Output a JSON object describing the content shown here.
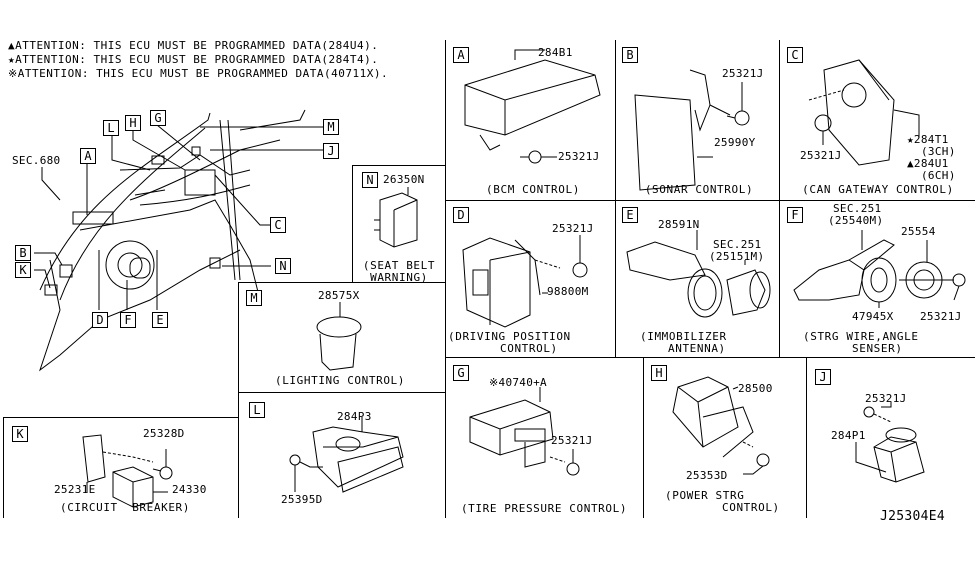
{
  "notes": [
    {
      "symbol": "▲",
      "text": "ATTENTION: THIS ECU MUST BE PROGRAMMED DATA(284U4)."
    },
    {
      "symbol": "★",
      "text": "ATTENTION: THIS ECU MUST BE PROGRAMMED DATA(284T4)."
    },
    {
      "symbol": "※",
      "text": "ATTENTION: THIS ECU MUST BE PROGRAMMED DATA(40711X)."
    }
  ],
  "overview": {
    "section_ref": "SEC.680",
    "callouts": [
      "A",
      "B",
      "C",
      "D",
      "E",
      "F",
      "G",
      "H",
      "J",
      "K",
      "L",
      "M",
      "N"
    ]
  },
  "panels": {
    "A": {
      "letter": "A",
      "parts": [
        "284B1",
        "25321J"
      ],
      "caption": "(BCM CONTROL)"
    },
    "B": {
      "letter": "B",
      "parts": [
        "25321J",
        "25990Y"
      ],
      "caption": "(SONAR CONTROL)"
    },
    "C": {
      "letter": "C",
      "parts": [
        "25321J",
        "★284T1",
        "(3CH)",
        "▲284U1",
        "(6CH)"
      ],
      "caption": "(CAN GATEWAY CONTROL)"
    },
    "D": {
      "letter": "D",
      "parts": [
        "25321J",
        "98800M"
      ],
      "caption_line1": "(DRIVING POSITION",
      "caption_line2": "CONTROL)"
    },
    "E": {
      "letter": "E",
      "parts": [
        "28591N",
        "SEC.251",
        "(25151M)"
      ],
      "caption_line1": "(IMMOBILIZER",
      "caption_line2": "ANTENNA)"
    },
    "F": {
      "letter": "F",
      "parts": [
        "SEC.251",
        "(25540M)",
        "25554",
        "47945X",
        "25321J"
      ],
      "caption_line1": "(STRG WIRE,ANGLE",
      "caption_line2": "SENSER)"
    },
    "N": {
      "letter": "N",
      "parts": [
        "26350N"
      ],
      "caption_line1": "(SEAT BELT",
      "caption_line2": "WARNING)"
    },
    "M": {
      "letter": "M",
      "parts": [
        "28575X"
      ],
      "caption": "(LIGHTING CONTROL)"
    },
    "G": {
      "letter": "G",
      "parts": [
        "※40740+A",
        "25321J"
      ],
      "caption": "(TIRE PRESSURE CONTROL)"
    },
    "H": {
      "letter": "H",
      "parts": [
        "28500",
        "25353D"
      ],
      "caption_line1": "(POWER STRG",
      "caption_line2": "CONTROL)"
    },
    "J": {
      "letter": "J",
      "parts": [
        "25321J",
        "284P1"
      ]
    },
    "K": {
      "letter": "K",
      "parts": [
        "25328D",
        "25231E",
        "24330"
      ],
      "caption": "(CIRCUIT  BREAKER)"
    },
    "L": {
      "letter": "L",
      "parts": [
        "284P3",
        "25395D"
      ]
    }
  },
  "diagram_id": "J25304E4"
}
